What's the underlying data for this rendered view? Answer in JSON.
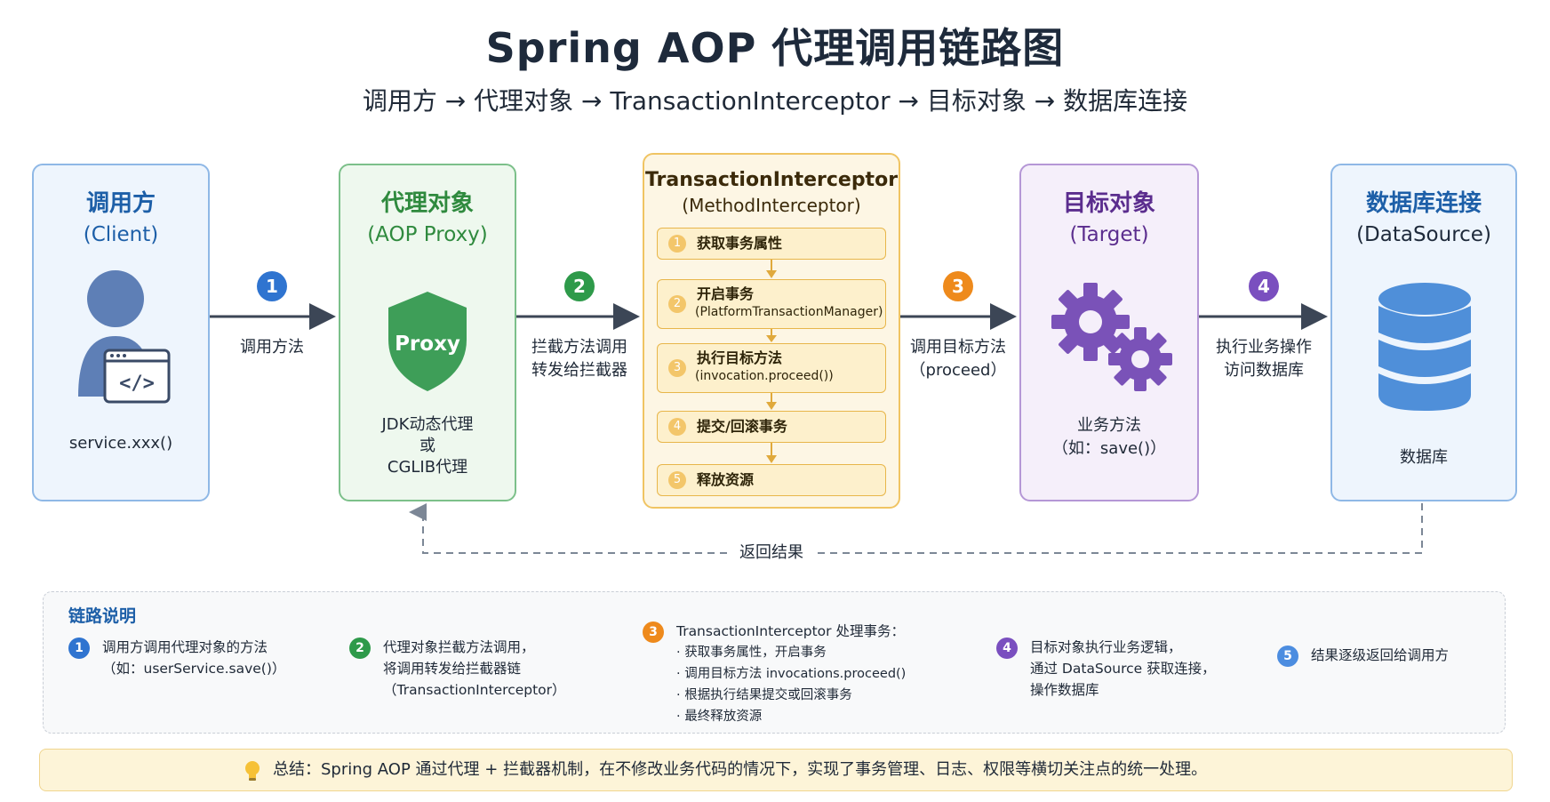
{
  "title": "Spring AOP 代理调用链路图",
  "subtitle": "调用方 → 代理对象 → TransactionInterceptor → 目标对象 → 数据库连接",
  "client": {
    "title": "调用方",
    "sub": "(Client)",
    "code": "service.xxx()"
  },
  "proxy": {
    "title": "代理对象",
    "sub": "(AOP Proxy)",
    "badge": "Proxy",
    "desc1": "JDK动态代理",
    "desc2": "或",
    "desc3": "CGLIB代理"
  },
  "interceptor": {
    "title": "TransactionInterceptor",
    "sub": "(MethodInterceptor)",
    "steps": [
      {
        "num": "1",
        "label": "获取事务属性",
        "sub": ""
      },
      {
        "num": "2",
        "label": "开启事务",
        "sub": "(PlatformTransactionManager)"
      },
      {
        "num": "3",
        "label": "执行目标方法",
        "sub": "(invocation.proceed())"
      },
      {
        "num": "4",
        "label": "提交/回滚事务",
        "sub": ""
      },
      {
        "num": "5",
        "label": "释放资源",
        "sub": ""
      }
    ]
  },
  "target": {
    "title": "目标对象",
    "sub": "(Target)",
    "desc1": "业务方法",
    "desc2": "（如：save()）"
  },
  "database": {
    "title": "数据库连接",
    "sub": "(DataSource)",
    "desc": "数据库"
  },
  "arrows": [
    {
      "num": "1",
      "line1": "调用方法",
      "line2": ""
    },
    {
      "num": "2",
      "line1": "拦截方法调用",
      "line2": "转发给拦截器"
    },
    {
      "num": "3",
      "line1": "调用目标方法",
      "line2": "（proceed）"
    },
    {
      "num": "4",
      "line1": "执行业务操作",
      "line2": "访问数据库"
    }
  ],
  "return_label": "返回结果",
  "explain": {
    "title": "链路说明",
    "items": [
      {
        "num": "1",
        "lines": [
          "调用方调用代理对象的方法",
          "（如：userService.save()）"
        ]
      },
      {
        "num": "2",
        "lines": [
          "代理对象拦截方法调用，",
          "将调用转发给拦截器链",
          "（TransactionInterceptor）"
        ]
      },
      {
        "num": "3",
        "lines": [
          "TransactionInterceptor 处理事务：",
          "· 获取事务属性，开启事务",
          "· 调用目标方法 invocations.proceed()",
          "· 根据执行结果提交或回滚事务",
          "· 最终释放资源"
        ]
      },
      {
        "num": "4",
        "lines": [
          "目标对象执行业务逻辑，",
          "通过 DataSource 获取连接，",
          "操作数据库"
        ]
      },
      {
        "num": "5",
        "lines": [
          "结果逐级返回给调用方"
        ]
      }
    ]
  },
  "summary": "总结：Spring AOP 通过代理 + 拦截器机制，在不修改业务代码的情况下，实现了事务管理、日志、权限等横切关注点的统一处理。",
  "colors": {
    "blue": "#2f74d0",
    "green": "#2e9a4a",
    "orange": "#ee8a1c",
    "purple": "#7a4fbf",
    "amber": "#f0c463"
  },
  "icons": [
    "user-code-icon",
    "proxy-shield-icon",
    "gears-icon",
    "database-icon",
    "lightbulb-icon"
  ]
}
